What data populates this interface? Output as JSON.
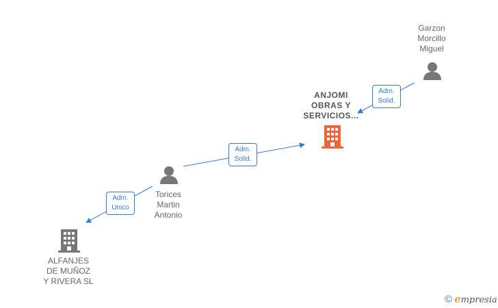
{
  "nodes": {
    "garzon": {
      "lines": [
        "Garzon",
        "Morcillo",
        "Miguel"
      ],
      "icon": "person-icon"
    },
    "anjomi": {
      "lines": [
        "ANJOMI",
        "OBRAS Y",
        "SERVICIOS..."
      ],
      "icon": "building-icon"
    },
    "torices": {
      "lines": [
        "Torices",
        "Martin",
        "Antonio"
      ],
      "icon": "person-icon"
    },
    "alfanjes": {
      "lines": [
        "ALFANJES",
        "DE MUÑOZ",
        "Y RIVERA SL"
      ],
      "icon": "building-icon"
    }
  },
  "edges": [
    {
      "id": "garzon-anjomi",
      "label": [
        "Adm.",
        "Solid."
      ]
    },
    {
      "id": "torices-anjomi",
      "label": [
        "Adm.",
        "Solid."
      ]
    },
    {
      "id": "torices-alfanjes",
      "label": [
        "Adm.",
        "Unico"
      ]
    }
  ],
  "colors": {
    "edge": "#2f7bd0",
    "person": "#777777",
    "company_focus": "#f0643a",
    "company": "#777777"
  },
  "brand": {
    "copyright": "©",
    "name_initial": "e",
    "name_rest": "mpresia"
  }
}
